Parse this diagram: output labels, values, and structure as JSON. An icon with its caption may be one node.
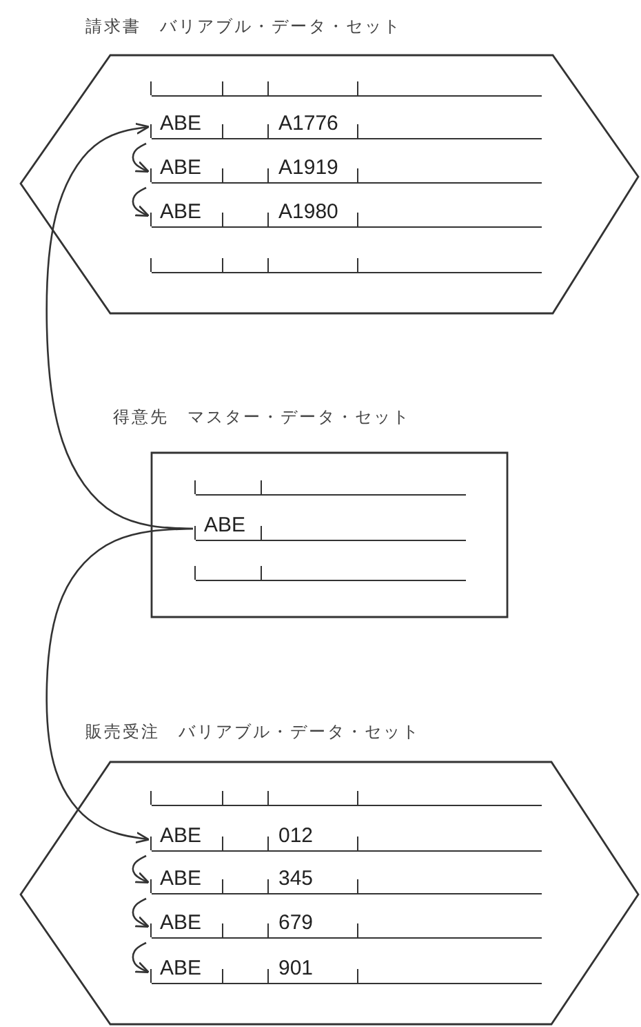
{
  "diagram": {
    "nodes": [
      {
        "text": [
          "請求書 バリアブル・データ・セット"
        ]
      },
      {
        "text": [],
        "shape": "bar",
        "in": 0
      },
      {
        "text": [
          "ABE",
          "A1776"
        ],
        "in": 0
      },
      {
        "text": [
          "ABE",
          "A1919"
        ],
        "in": 0
      },
      {
        "text": [
          "ABE",
          "A1980"
        ],
        "in": 0
      },
      {
        "text": [],
        "shape": "bar",
        "in": 0
      },
      {
        "text": [
          "得意先 マスター・データ・セット"
        ]
      },
      {
        "text": [],
        "shape": "bar",
        "in": 6
      },
      {
        "text": [
          "ABE"
        ],
        "in": 6
      },
      {
        "text": [],
        "shape": "bar",
        "in": 6
      },
      {
        "text": [
          "販売受注 バリアブル・データ・セット"
        ]
      },
      {
        "text": [],
        "shape": "bar",
        "in": 10
      },
      {
        "text": [
          "ABE",
          "012"
        ],
        "in": 10
      },
      {
        "text": [
          "ABE",
          "345"
        ],
        "in": 10
      },
      {
        "text": [
          "ABE",
          "679"
        ],
        "in": 10
      },
      {
        "text": [
          "ABE",
          "901"
        ],
        "in": 10
      }
    ],
    "edges": [
      {
        "from": 8,
        "to": 2,
        "arrow": "to"
      },
      {
        "from": 2,
        "to": 3,
        "arrow": "to"
      },
      {
        "from": 3,
        "to": 4,
        "arrow": "to"
      },
      {
        "from": 8,
        "to": 12,
        "arrow": "to"
      },
      {
        "from": 12,
        "to": 13,
        "arrow": "to"
      },
      {
        "from": 13,
        "to": 14,
        "arrow": "to"
      },
      {
        "from": 14,
        "to": 15,
        "arrow": "to"
      }
    ]
  }
}
